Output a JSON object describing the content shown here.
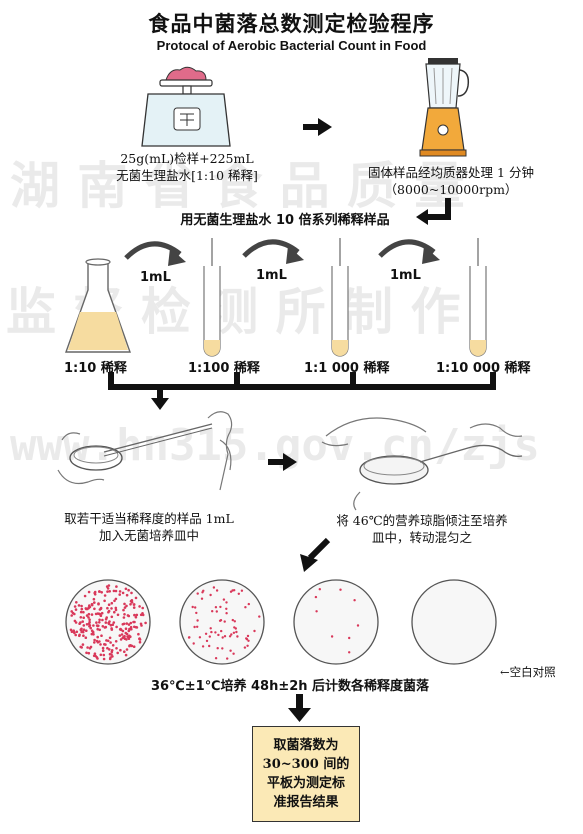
{
  "title_cn": "食品中菌落总数测定检验程序",
  "title_en": "Protocal of Aerobic Bacterial Count in Food",
  "step1_lines": [
    "25g(mL)检样+225mL",
    "无菌生理盐水[1:10 稀释]"
  ],
  "step2_lines": [
    "固体样品经均质器处理 1 分钟",
    "（8000~10000rpm）"
  ],
  "dilution_instruction": "用无菌生理盐水 10 倍系列稀释样品",
  "transfer_volume": "1mL",
  "dilutions": [
    "1:10 稀释",
    "1:100 稀释",
    "1:1 000 稀释",
    "1:10 000 稀释"
  ],
  "step3_lines": [
    "取若干适当稀释度的样品 1mL",
    "加入无菌培养皿中"
  ],
  "step4_lines": [
    "将 46℃的营养琼脂倾注至培养",
    "皿中，转动混匀之"
  ],
  "blank_control": "←空白对照",
  "incubation": "36℃±1℃培养 48h±2h 后计数各稀释度菌落",
  "result_lines": [
    "取菌落数为",
    "30~300 间的",
    "平板为测定标",
    "准报告结果"
  ],
  "watermark_lines": [
    "湖 南 省 食 品 质 量",
    "监 督 检 测 所 制 作",
    "www.hn315.gov.cn/zjs"
  ],
  "colors": {
    "liquid": "#f6dca0",
    "colony": "#d9385a",
    "result_fill": "#fbe9b6"
  }
}
